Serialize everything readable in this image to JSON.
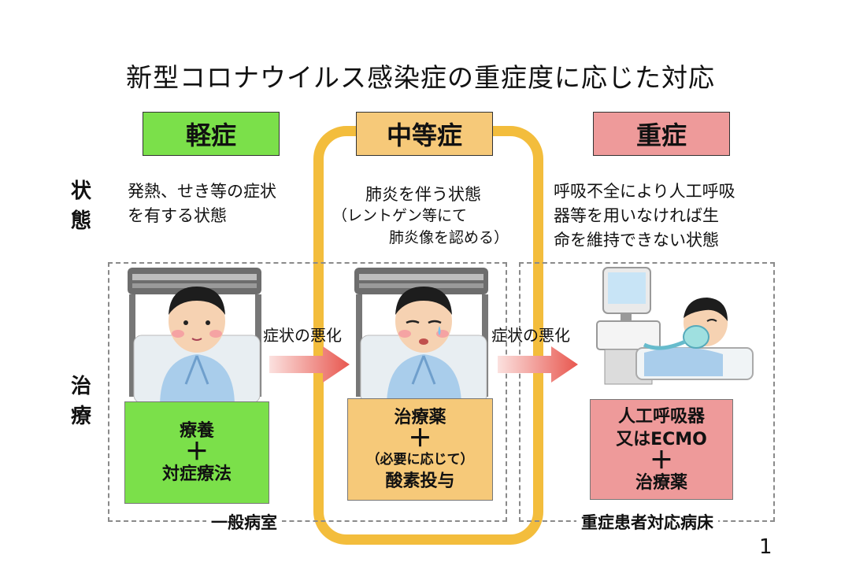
{
  "title": "新型コロナウイルス感染症の重症度に応じた対応",
  "severity": {
    "mild": "軽症",
    "moderate": "中等症",
    "severe": "重症"
  },
  "row_labels": {
    "condition": [
      "状",
      "態"
    ],
    "treatment": [
      "治",
      "療"
    ]
  },
  "conditions": {
    "mild": "発熱、せき等の症状\nを有する状態",
    "moderate_line1": "肺炎を伴う状態",
    "moderate_line2": "（レントゲン等にて",
    "moderate_line3": "肺炎像を認める）",
    "severe": "呼吸不全により人工呼吸\n器等を用いなければ生\n命を維持できない状態"
  },
  "arrows": [
    "症状の悪化",
    "症状の悪化"
  ],
  "treatments": {
    "mild": {
      "line1": "療養",
      "plus": "＋",
      "line2": "対症療法"
    },
    "moderate": {
      "line1": "治療薬",
      "plus": "＋",
      "note": "（必要に応じて）",
      "line2": "酸素投与"
    },
    "severe": {
      "line1": "人工呼吸器",
      "line2": "又はECMO",
      "plus": "＋",
      "line3": "治療薬"
    }
  },
  "wards": {
    "general": "一般病室",
    "icu": "重症患者対応病床"
  },
  "page_number": "1",
  "colors": {
    "mild": "#7be04a",
    "moderate": "#f6c979",
    "severe": "#ee9a9a",
    "highlight": "#f3bd3c",
    "arrow": "#e8574f"
  },
  "icons": [
    "patient-in-bed-illustration",
    "sick-patient-illustration",
    "ventilator-patient-illustration"
  ]
}
